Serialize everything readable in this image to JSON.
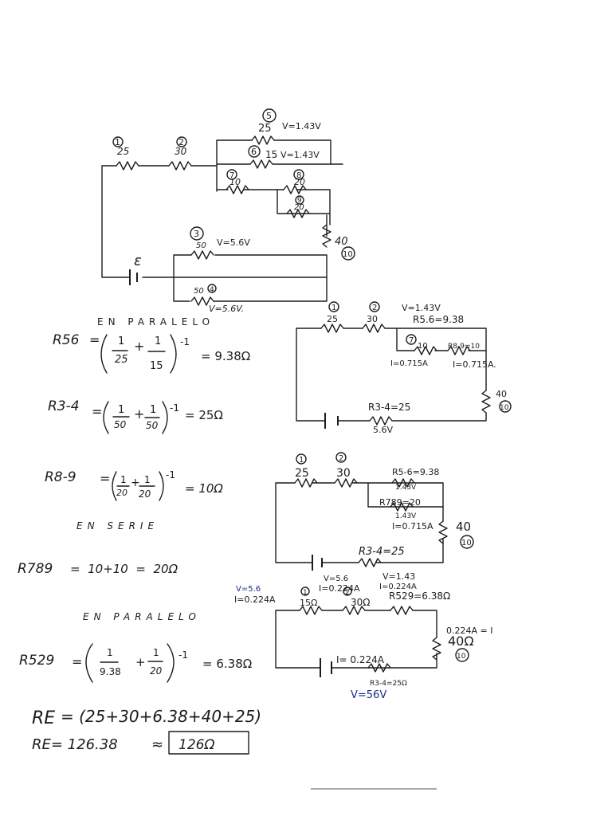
{
  "top_circuit": {
    "r1_num": "1",
    "r1_val": "25",
    "r2_num": "2",
    "r2_val": "30",
    "r5_num": "5",
    "r5_val": "25",
    "r5_v": "V=1.43V",
    "r6_num": "6",
    "r6_val": "15",
    "r6_v": "V=1.43V",
    "r7_num": "7",
    "r7_val": "10",
    "r8_num": "8",
    "r8_val": "20",
    "r9_num": "9",
    "r9_val": "20",
    "r3_num": "3",
    "r3_val": "50",
    "r3_v": "V=5.6V",
    "r4_val": "50",
    "r4_num": "4",
    "r4_v": "V=5.6V.",
    "r10_val": "40",
    "r10_num": "10",
    "source": "ε"
  },
  "left_calcs": {
    "en_paralelo_1": "EN PARALELO",
    "r56_label": "R56",
    "r56_rhs": "= 9.38Ω",
    "r34_label": "R3-4",
    "r34_rhs": "= 25Ω",
    "r89_label": "R8-9",
    "r89_rhs": "= 10Ω",
    "en_serie": "EN SERIE",
    "r789_label": "R789",
    "r789_expr": "=  10+10  =  20Ω",
    "en_paralelo_2": "EN PARALELO",
    "r529_label": "R529",
    "r529_rhs": "= 6.38Ω",
    "exp": "-1",
    "f_1": "1",
    "f_25": "25",
    "f_15": "15",
    "f_50": "50",
    "f_20": "20",
    "f_938": "9.38",
    "re_label": "RE",
    "re_sum": "= (25+30+6.38+40+25)",
    "re_value": "RE= 126.38",
    "approx": "≈",
    "re_final": "126Ω"
  },
  "circuit_b": {
    "n1": "1",
    "v1": "25",
    "n2": "2",
    "v2": "30",
    "v_label": "V=1.43V",
    "r56": "R5.6=9.38",
    "n7": "7",
    "v7": "10",
    "r89": "R8-9=10",
    "i1": "I=0.715A",
    "i2": "I=0.715A.",
    "r40": "40",
    "n10": "10",
    "r34": "R3-4=25",
    "v56": "5.6V"
  },
  "circuit_c": {
    "n1": "1",
    "v1": "25",
    "n2": "2",
    "v2": "30",
    "r56": "R5-6=9.38",
    "v143": "1.43V",
    "r789": "R789=20",
    "v143b": "1.43V",
    "i": "I=0.715A",
    "r40": "40",
    "n10": "10",
    "r34": "R3-4=25",
    "v56": "V=5.6"
  },
  "circuit_d": {
    "v_top": "V=5.6",
    "i_top": "I=0.224A",
    "i_mid": "I=0.224A",
    "v143": "V=1.43",
    "i_right": "I=0.224A",
    "r529": "R529=6.38Ω",
    "n1": "1",
    "v15": "15Ω",
    "n2": "2",
    "v30": "30Ω",
    "i_side": "0.224A = I",
    "r40": "40Ω",
    "n10": "10",
    "i_bot": "I= 0.224A",
    "r34": "R3-4=25Ω",
    "v_bot": "V=56V"
  }
}
